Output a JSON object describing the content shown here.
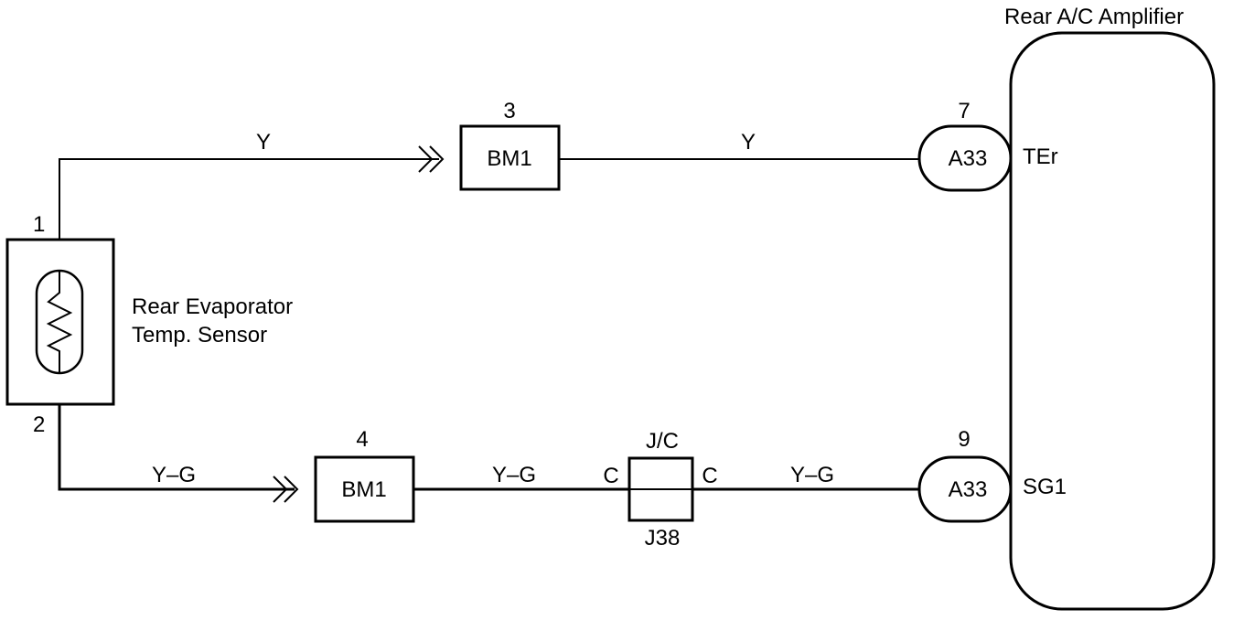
{
  "amplifier": {
    "title": "Rear A/C Amplifier",
    "terminal_top": "TEr",
    "terminal_bottom": "SG1"
  },
  "sensor": {
    "name_line1": "Rear Evaporator",
    "name_line2": "Temp. Sensor",
    "pin_top": "1",
    "pin_bottom": "2"
  },
  "top_circuit": {
    "wire_color_left": "Y",
    "wire_color_right": "Y",
    "connector_label": "BM1",
    "connector_pin": "3",
    "amp_connector_label": "A33",
    "amp_connector_pin": "7"
  },
  "bottom_circuit": {
    "wire_color_1": "Y–G",
    "wire_color_2": "Y–G",
    "wire_color_3": "Y–G",
    "connector_label": "BM1",
    "connector_pin": "4",
    "junction_top": "J/C",
    "junction_bottom": "J38",
    "junction_left_pin": "C",
    "junction_right_pin": "C",
    "amp_connector_label": "A33",
    "amp_connector_pin": "9"
  }
}
